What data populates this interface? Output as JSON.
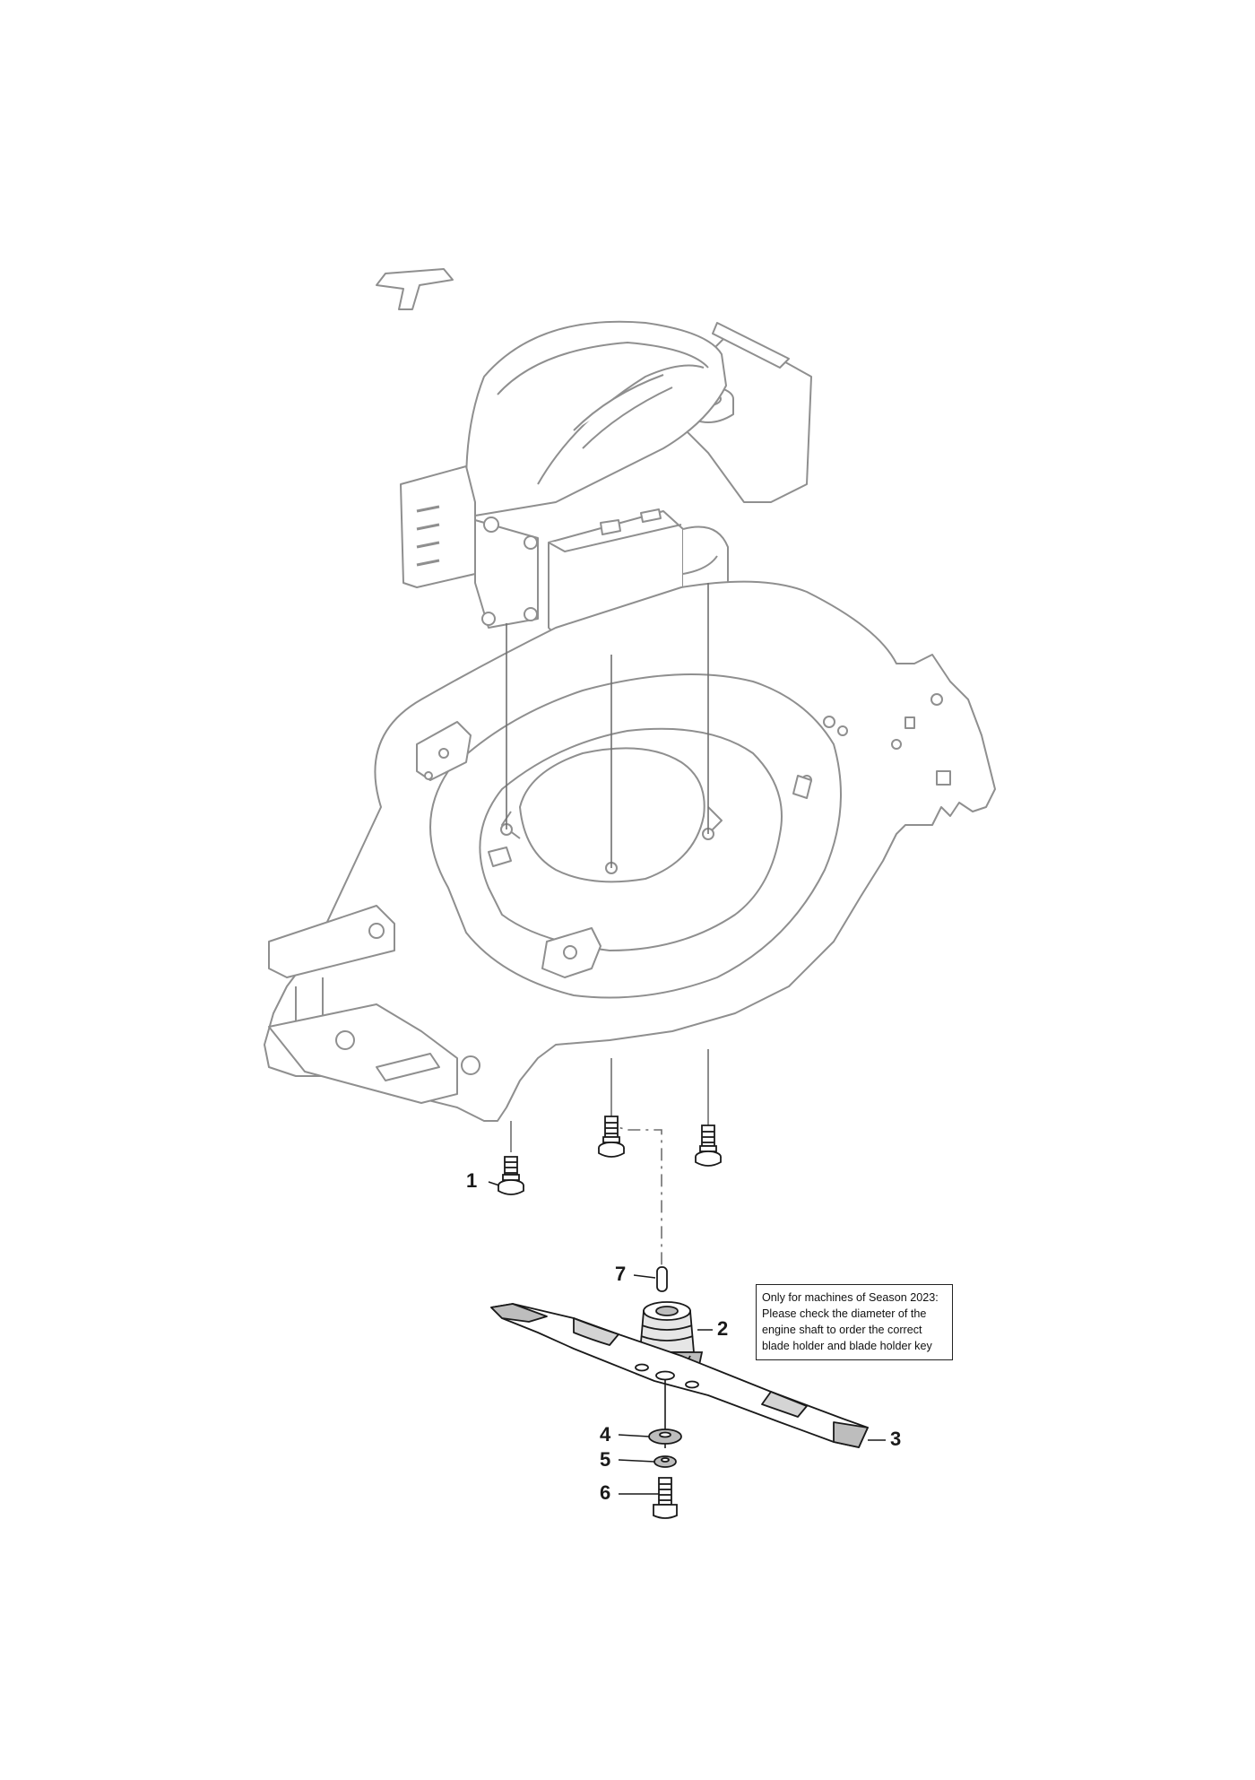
{
  "callouts": [
    {
      "id": "callout-1",
      "label": "1"
    },
    {
      "id": "callout-2",
      "label": "2"
    },
    {
      "id": "callout-3",
      "label": "3"
    },
    {
      "id": "callout-4",
      "label": "4"
    },
    {
      "id": "callout-5",
      "label": "5"
    },
    {
      "id": "callout-6",
      "label": "6"
    },
    {
      "id": "callout-7",
      "label": "7"
    }
  ],
  "note": {
    "lines": [
      "Only for machines of Season 2023:",
      "Please check the diameter of the",
      "engine shaft to order the correct",
      "blade holder and blade holder key"
    ]
  },
  "colors": {
    "context_line": "#9a9a9a",
    "part_line": "#1a1a1a",
    "part_fill": "#bdbdbd",
    "background": "#ffffff"
  }
}
